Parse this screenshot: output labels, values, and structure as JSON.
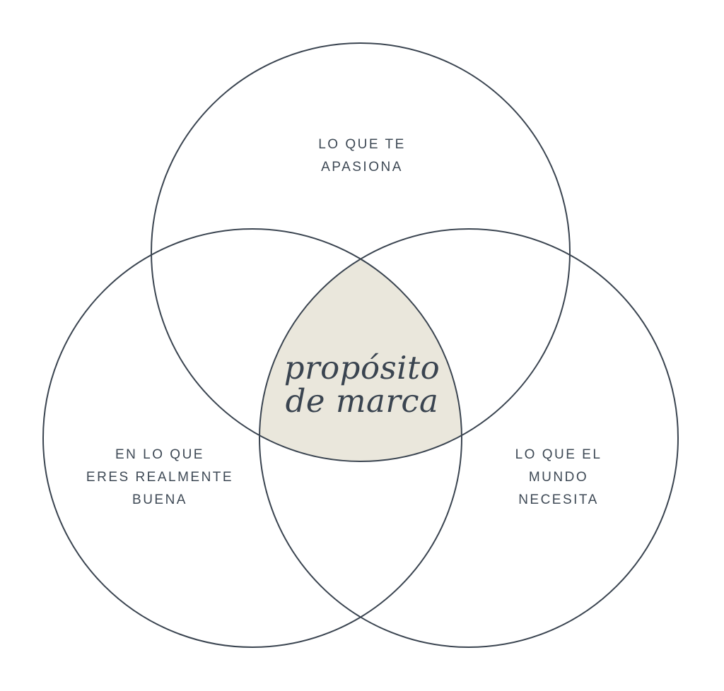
{
  "diagram": {
    "type": "venn-3",
    "center": {
      "line1": "propósito",
      "line2": "de marca"
    },
    "circles": {
      "top": {
        "line1": "LO QUE TE",
        "line2": "APASIONA"
      },
      "left": {
        "line1": "EN LO QUE",
        "line2": "ERES REALMENTE",
        "line3": "BUENA"
      },
      "right": {
        "line1": "LO QUE EL",
        "line2": "MUNDO",
        "line3": "NECESITA"
      }
    },
    "colors": {
      "circle_stroke": "#3a4450",
      "intersection_fill": "#eae7dc",
      "label_text": "#3e4955",
      "center_text": "#3a4450",
      "background": "#ffffff"
    }
  }
}
